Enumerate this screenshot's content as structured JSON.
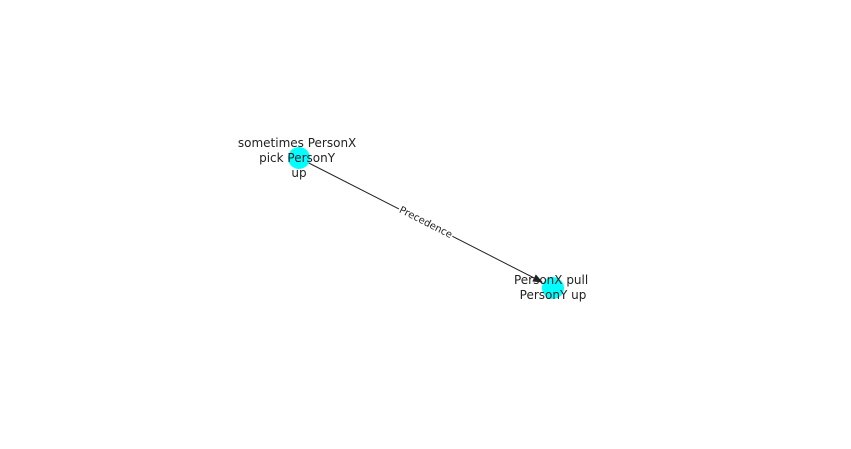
{
  "graph": {
    "node_color": "#00ffff",
    "edge_color": "#222222",
    "nodes": [
      {
        "id": "a",
        "label_lines": [
          "sometimes PersonX",
          "pick PersonY",
          "up"
        ]
      },
      {
        "id": "b",
        "label_lines": [
          "PersonX pull",
          "PersonY up"
        ]
      }
    ],
    "edges": [
      {
        "from": "a",
        "to": "b",
        "label": "Precedence",
        "directed": true
      }
    ]
  }
}
